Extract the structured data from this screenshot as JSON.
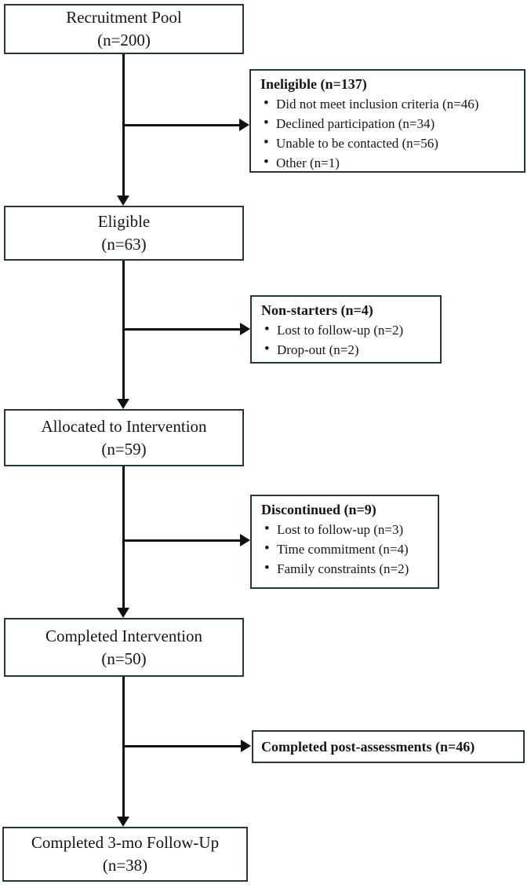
{
  "diagram": {
    "type": "participant-flow-diagram",
    "colors": {
      "box_border": "#24363f",
      "connector": "#111111",
      "background": "#ffffff",
      "text": "#151515"
    },
    "main_boxes": [
      {
        "label": "Recruitment Pool",
        "n": "(n=200)"
      },
      {
        "label": "Eligible",
        "n": "(n=63)"
      },
      {
        "label": "Allocated to Intervention",
        "n": "(n=59)"
      },
      {
        "label": "Completed Intervention",
        "n": "(n=50)"
      },
      {
        "label": "Completed 3-mo Follow-Up",
        "n": "(n=38)"
      }
    ],
    "side_boxes": [
      {
        "header": "Ineligible (n=137)",
        "items": [
          "Did not meet inclusion criteria (n=46)",
          "Declined participation (n=34)",
          "Unable to be contacted (n=56)",
          "Other (n=1)"
        ]
      },
      {
        "header": "Non-starters (n=4)",
        "items": [
          "Lost to follow-up (n=2)",
          "Drop-out (n=2)"
        ]
      },
      {
        "header": "Discontinued (n=9)",
        "items": [
          "Lost to follow-up (n=3)",
          "Time commitment (n=4)",
          "Family constraints (n=2)"
        ]
      },
      {
        "header": "Completed post-assessments (n=46)",
        "items": []
      }
    ]
  }
}
